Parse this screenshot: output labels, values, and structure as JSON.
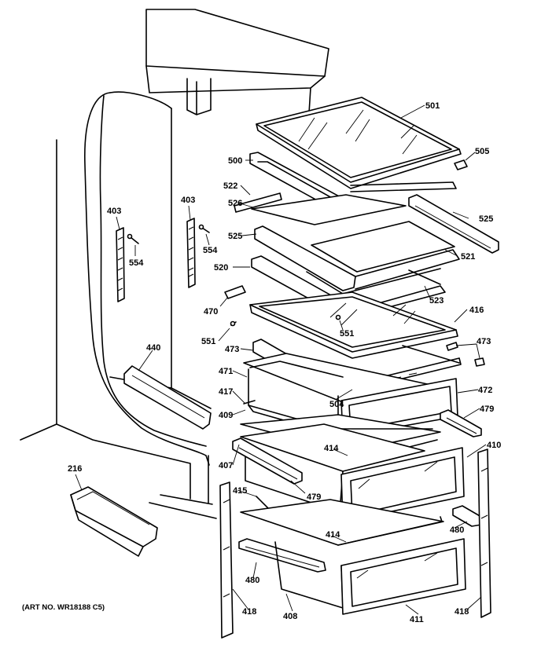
{
  "caption": "(ART NO. WR18188 C5)",
  "part_labels": {
    "p501": "501",
    "p505": "505",
    "p500": "500",
    "p522": "522",
    "p525a": "525",
    "p526": "526",
    "p525b": "525",
    "p521": "521",
    "p520": "520",
    "p523": "523",
    "p470": "470",
    "p416": "416",
    "p551a": "551",
    "p551b": "551",
    "p473a": "473",
    "p473b": "473",
    "p471": "471",
    "p504": "504",
    "p472": "472",
    "p417": "417",
    "p409": "409",
    "p479a": "479",
    "p414a": "414",
    "p410": "410",
    "p407": "407",
    "p479b": "479",
    "p415": "415",
    "p480a": "480",
    "p414b": "414",
    "p480b": "480",
    "p418a": "418",
    "p408": "408",
    "p411": "411",
    "p418b": "418",
    "p216": "216",
    "p440": "440",
    "p403a": "403",
    "p554a": "554",
    "p403b": "403",
    "p554b": "554"
  }
}
